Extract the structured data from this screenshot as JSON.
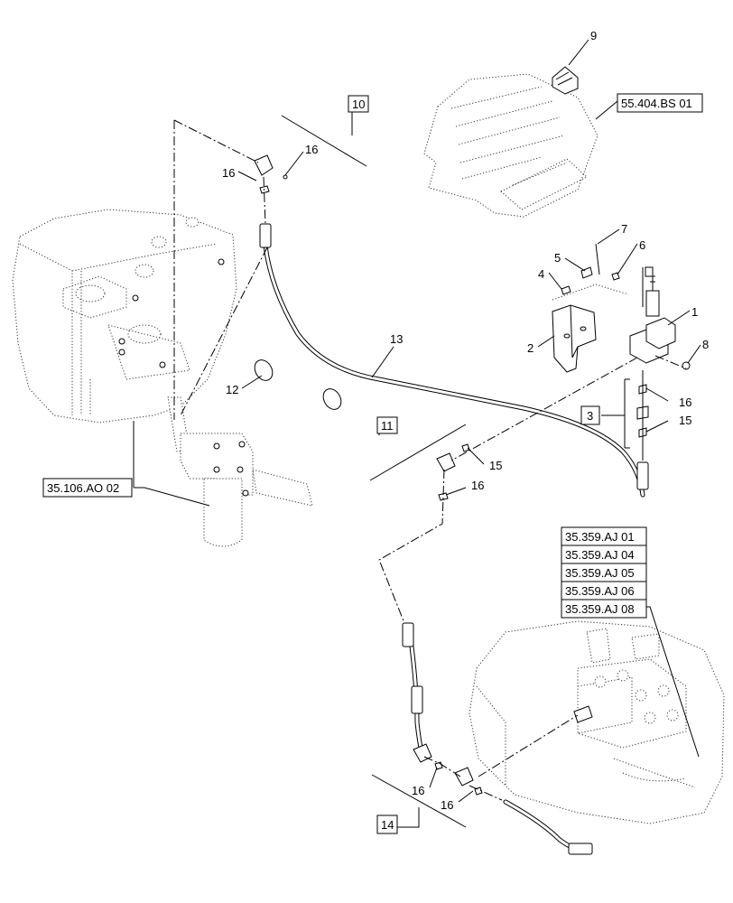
{
  "callouts": {
    "c1": "1",
    "c2": "2",
    "c3": "3",
    "c4": "4",
    "c5": "5",
    "c6": "6",
    "c7": "7",
    "c8": "8",
    "c9": "9",
    "c10": "10",
    "c11": "11",
    "c12": "12",
    "c13": "13",
    "c14": "14",
    "c15a": "15",
    "c15b": "15",
    "c16a": "16",
    "c16b": "16",
    "c16c": "16",
    "c16d": "16",
    "c16e": "16",
    "c16f": "16"
  },
  "references": {
    "ref_55404": "55.404.BS 01",
    "ref_35106": "35.106.AO 02",
    "ref_35359": [
      "35.359.AJ 01",
      "35.359.AJ 04",
      "35.359.AJ 05",
      "35.359.AJ 06",
      "35.359.AJ 08"
    ]
  }
}
